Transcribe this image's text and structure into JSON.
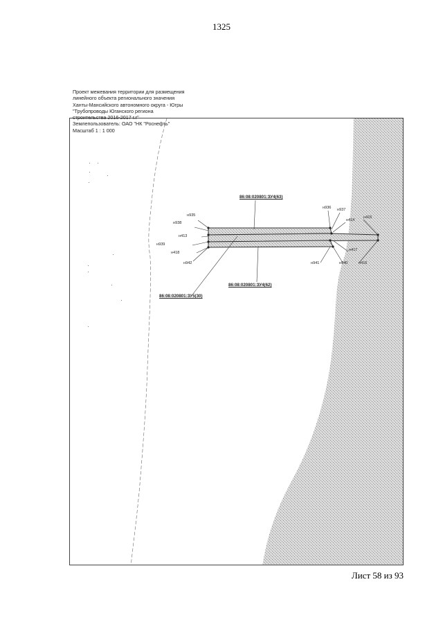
{
  "page_number": "1325",
  "title_lines": [
    "Проект межевания территории для размещения",
    "линейного объекта регионального значения",
    "Ханты-Мансийского автономного округа - Югры",
    "\"Трубопроводы Юганского региона",
    "строительства 2016-2017 г.г\"",
    "Землепользователь: ОАО \"НК \"Роснефть\"",
    "Масштаб 1 : 1 000"
  ],
  "parcel_labels": {
    "zu4_63": "86:08:020801:ЗУ4(63)",
    "zu4_62": "86:08:020801:ЗУ4(62)",
    "zu5_30": "86:08:020801:ЗУ5(30)"
  },
  "points": {
    "n935": "н935",
    "n938": "н938",
    "n413": "н413",
    "n939": "н939",
    "n418": "н418",
    "n942": "н942",
    "n936": "н936",
    "n937": "н937",
    "n414": "н414",
    "n415": "н415",
    "n417": "н417",
    "n941": "н941",
    "n940": "н940",
    "n416": "н416"
  },
  "footer": "Лист 58 из 93"
}
